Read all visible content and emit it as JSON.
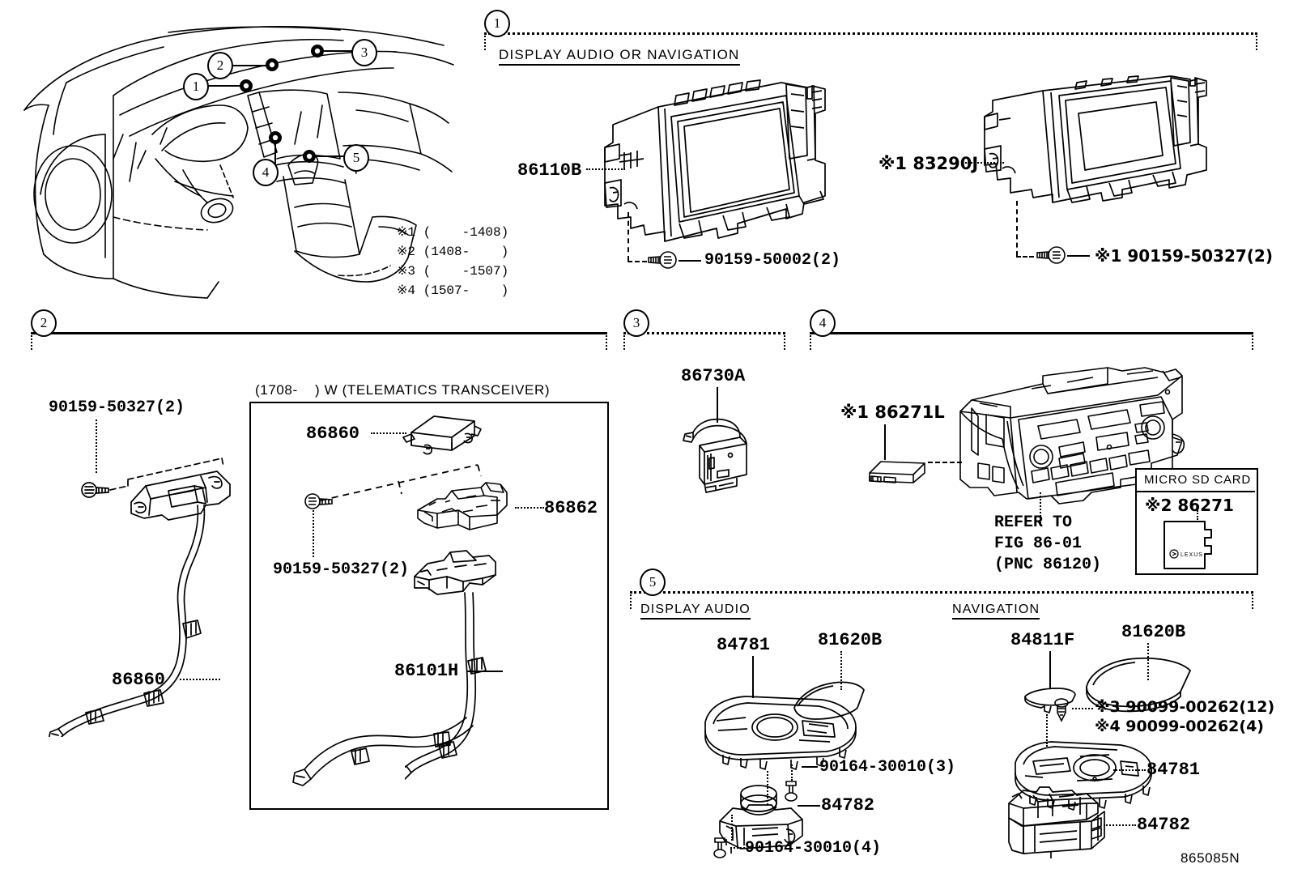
{
  "figure_code": "865085N",
  "vehicle_callouts": [
    "1",
    "2",
    "3",
    "4",
    "5"
  ],
  "date_notes": [
    "※1 (    -1408)",
    "※2 (1408-    )",
    "※3 (    -1507)",
    "※4 (1507-    )"
  ],
  "sections": [
    {
      "number": "1",
      "heading": "DISPLAY AUDIO OR NAVIGATION",
      "parts": [
        {
          "code": "86110B",
          "name": "display-assembly"
        },
        {
          "code": "90159-50002(2)",
          "name": "screw-left"
        },
        {
          "code": "※1 83290J",
          "name": "multi-display-assembly"
        },
        {
          "code": "※1 90159-50327(2)",
          "name": "screw-right"
        }
      ]
    },
    {
      "number": "2",
      "heading": "",
      "parts": [
        {
          "code": "90159-50327(2)",
          "name": "screw-antenna-bracket"
        },
        {
          "code": "86860",
          "name": "antenna-cord-assembly"
        }
      ],
      "subbox": {
        "heading": "(1708-    ) W (TELEMATICS TRANSCEIVER)",
        "parts": [
          {
            "code": "86860",
            "name": "telematics-transceiver"
          },
          {
            "code": "86862",
            "name": "transceiver-bracket"
          },
          {
            "code": "90159-50327(2)",
            "name": "screw-transceiver"
          },
          {
            "code": "86101H",
            "name": "antenna-cord-sub-assembly"
          }
        ]
      }
    },
    {
      "number": "3",
      "heading": "",
      "parts": [
        {
          "code": "86730A",
          "name": "amplifier-assembly"
        }
      ]
    },
    {
      "number": "4",
      "heading": "",
      "parts": [
        {
          "code": "※1 86271L",
          "name": "navigation-computer-module"
        },
        {
          "code": "REFER TO",
          "name": "refer-line-1"
        },
        {
          "code": "FIG 86-01",
          "name": "refer-line-2"
        },
        {
          "code": "(PNC 86120)",
          "name": "refer-line-3"
        }
      ],
      "sd_card": {
        "title": "MICRO SD CARD",
        "code": "※2 86271",
        "brand": "LEXUS"
      }
    },
    {
      "number": "5",
      "groups": [
        {
          "heading": "DISPLAY AUDIO",
          "parts": [
            {
              "code": "84781",
              "name": "switch-panel"
            },
            {
              "code": "81620B",
              "name": "lamp-lens-cover"
            },
            {
              "code": "90164-30010(3)",
              "name": "screw-upper"
            },
            {
              "code": "84782",
              "name": "control-switch-assembly"
            },
            {
              "code": "90164-30010(4)",
              "name": "screw-lower"
            }
          ]
        },
        {
          "heading": "NAVIGATION",
          "parts": [
            {
              "code": "84811F",
              "name": "enter-knob"
            },
            {
              "code": "81620B",
              "name": "lamp-lens-cover-nav"
            },
            {
              "code": "※3 90099-00262(12)",
              "name": "screw-nav-1"
            },
            {
              "code": "※4 90099-00262(4)",
              "name": "screw-nav-2"
            },
            {
              "code": "84781",
              "name": "switch-panel-nav"
            },
            {
              "code": "84782",
              "name": "control-switch-assembly-nav"
            }
          ]
        }
      ]
    }
  ]
}
